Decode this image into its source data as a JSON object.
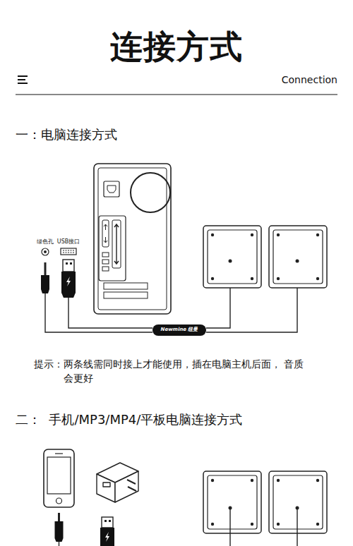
{
  "diagram": {
    "title": "连接方式",
    "nodes": [
      {
        "text": [
          "Newmine 纽曼"
        ]
      }
    ],
    "labels": [
      "Connection",
      "一：电脑连接方式",
      "绿色孔",
      "USB接口",
      "提示：两条线需同时接上才能使用，插在电脑主机后面， 音质会更好",
      "二：  手机/MP3/MP4/平板电脑连接方式"
    ]
  }
}
